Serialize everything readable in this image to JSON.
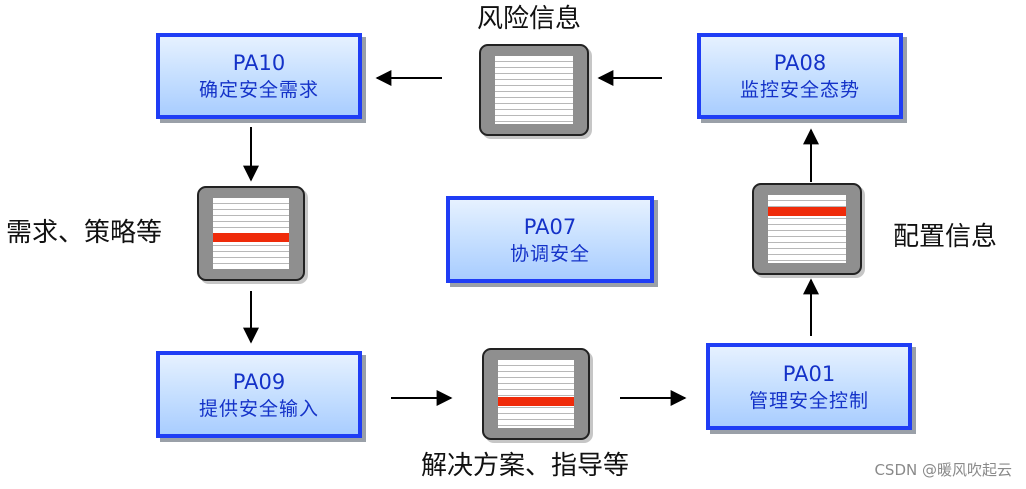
{
  "boxes": {
    "pa10": {
      "code": "PA10",
      "title": "确定安全需求"
    },
    "pa08": {
      "code": "PA08",
      "title": "监控安全态势"
    },
    "pa07": {
      "code": "PA07",
      "title": "协调安全"
    },
    "pa09": {
      "code": "PA09",
      "title": "提供安全输入"
    },
    "pa01": {
      "code": "PA01",
      "title": "管理安全控制"
    }
  },
  "documents": {
    "risk": {
      "icon": "document-icon",
      "highlighted": false
    },
    "requirements": {
      "icon": "document-icon",
      "highlighted": true
    },
    "solutions": {
      "icon": "document-icon",
      "highlighted": true
    },
    "config": {
      "icon": "document-icon",
      "highlighted": true
    }
  },
  "labels": {
    "risk_info": "风险信息",
    "requirements_policy": "需求、策略等",
    "solutions_guidance": "解决方案、指导等",
    "config_info": "配置信息"
  },
  "watermark": "CSDN @暖风吹起云",
  "colors": {
    "box_border": "#1f3df5",
    "box_text": "#1432c8",
    "highlight": "#ef2b0a"
  }
}
